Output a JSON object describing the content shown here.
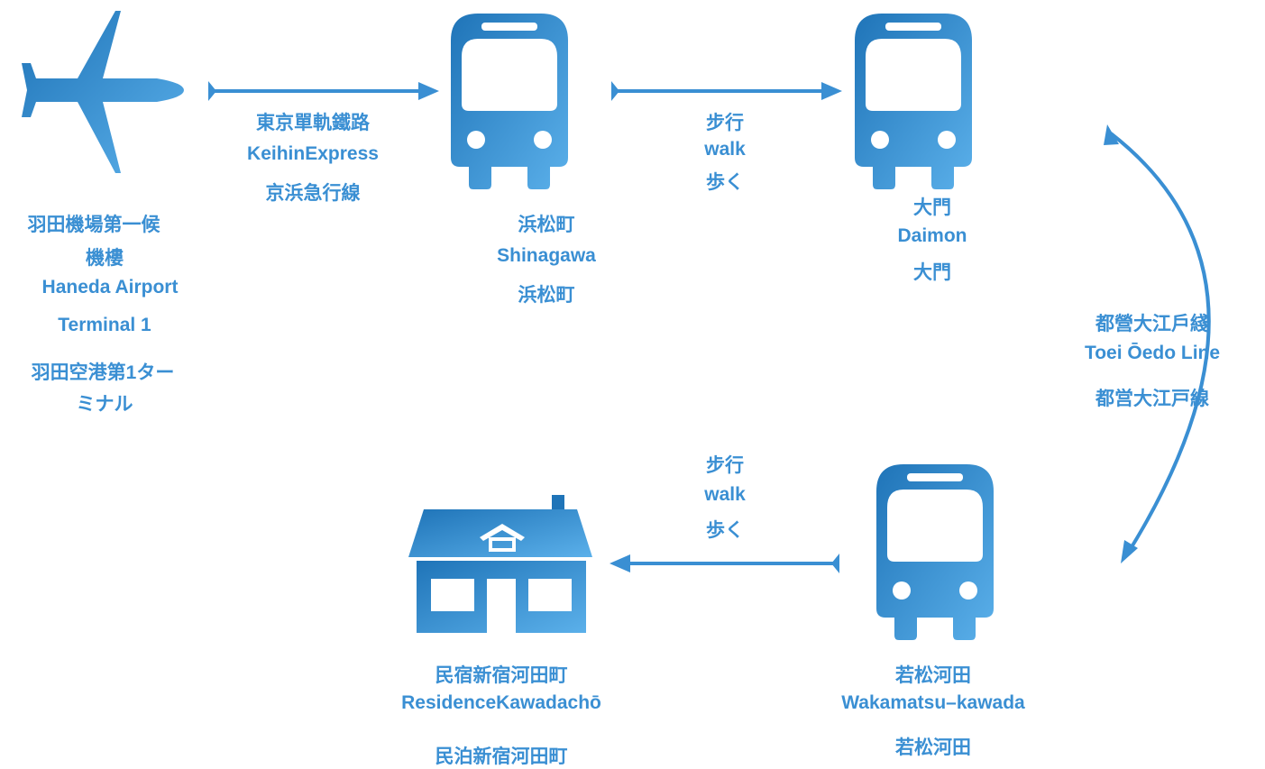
{
  "colors": {
    "primary": "#3a8fd3",
    "dark": "#1f74b8",
    "light": "#5bb0ea"
  },
  "icons": {
    "airplane": "airplane-icon",
    "bus": "bus-icon",
    "house": "house-icon"
  },
  "airport": {
    "name_zh_1": "羽田機場第一候",
    "name_zh_2": "機樓",
    "name_en_1": "Haneda Airport",
    "name_en_2": "Terminal 1",
    "name_ja_1": "羽田空港第1ター",
    "name_ja_2": "ミナル"
  },
  "leg1": {
    "zh": "東京單軌鐵路",
    "en": "KeihinExpress",
    "ja": "京浜急行線"
  },
  "station1": {
    "zh": "浜松町",
    "en": "Shinagawa",
    "ja": "浜松町"
  },
  "leg2": {
    "zh": "步行",
    "en": "walk",
    "ja": "歩く"
  },
  "station2": {
    "zh": "大門",
    "en": "Daimon",
    "ja": "大門"
  },
  "leg3": {
    "zh": "都營大江戶綫",
    "en": "Toei Ōedo Line",
    "ja": "都営大江戸線"
  },
  "station3": {
    "zh": "若松河田",
    "en": "Wakamatsu–kawada",
    "ja": "若松河田"
  },
  "leg4": {
    "zh": "步行",
    "en": "walk",
    "ja": "歩く"
  },
  "destination": {
    "zh": "民宿新宿河田町",
    "en": "ResidenceKawadachō",
    "ja": "民泊新宿河田町"
  }
}
